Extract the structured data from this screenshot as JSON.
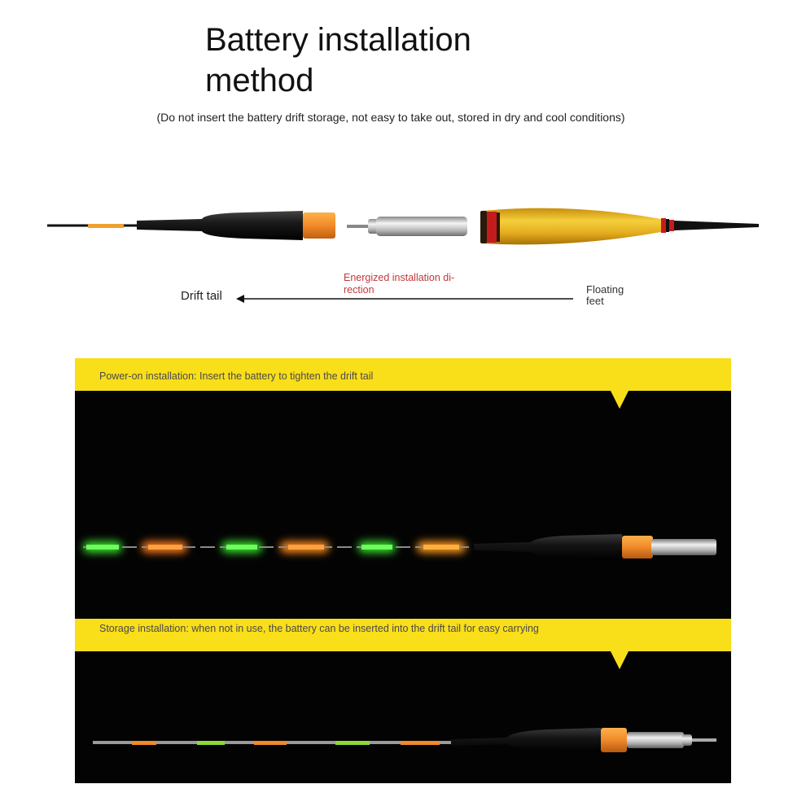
{
  "title": "Battery installation method",
  "subtitle": "(Do not insert the battery drift storage, not easy to take out, stored in dry and cool conditions)",
  "diagram": {
    "direction_label": "Energized installation di-rection",
    "tail_label": "Drift tail",
    "feet_label": "Floating feet"
  },
  "panels": [
    {
      "caption": "Power-on installation: Insert the battery to tighten the drift tail"
    },
    {
      "caption": "Storage installation: when not in use, the battery can be inserted into the drift tail for easy carrying"
    }
  ],
  "colors": {
    "banner": "#f9de1a",
    "segment_green": "#3fe33a",
    "segment_orange": "#f08a2a",
    "float_gold": "#e2aa1c",
    "direction_text": "#c0393b"
  }
}
